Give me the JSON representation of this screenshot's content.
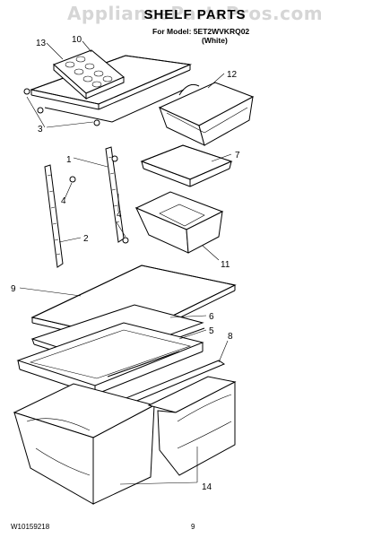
{
  "watermark": "AppliancePartsPros.com",
  "title": "SHELF PARTS",
  "model_line": "For Model: 5ET2WVKRQ02",
  "color_line": "(White)",
  "footer": {
    "doc_number": "W10159218",
    "page_number": "9"
  },
  "callouts": {
    "c13": "13",
    "c10": "10",
    "c12": "12",
    "c3": "3",
    "c7": "7",
    "c1": "1",
    "c4a": "4",
    "c4b": "4",
    "c2": "2",
    "c11": "11",
    "c9": "9",
    "c6": "6",
    "c5": "5",
    "c8": "8",
    "c14": "14"
  }
}
